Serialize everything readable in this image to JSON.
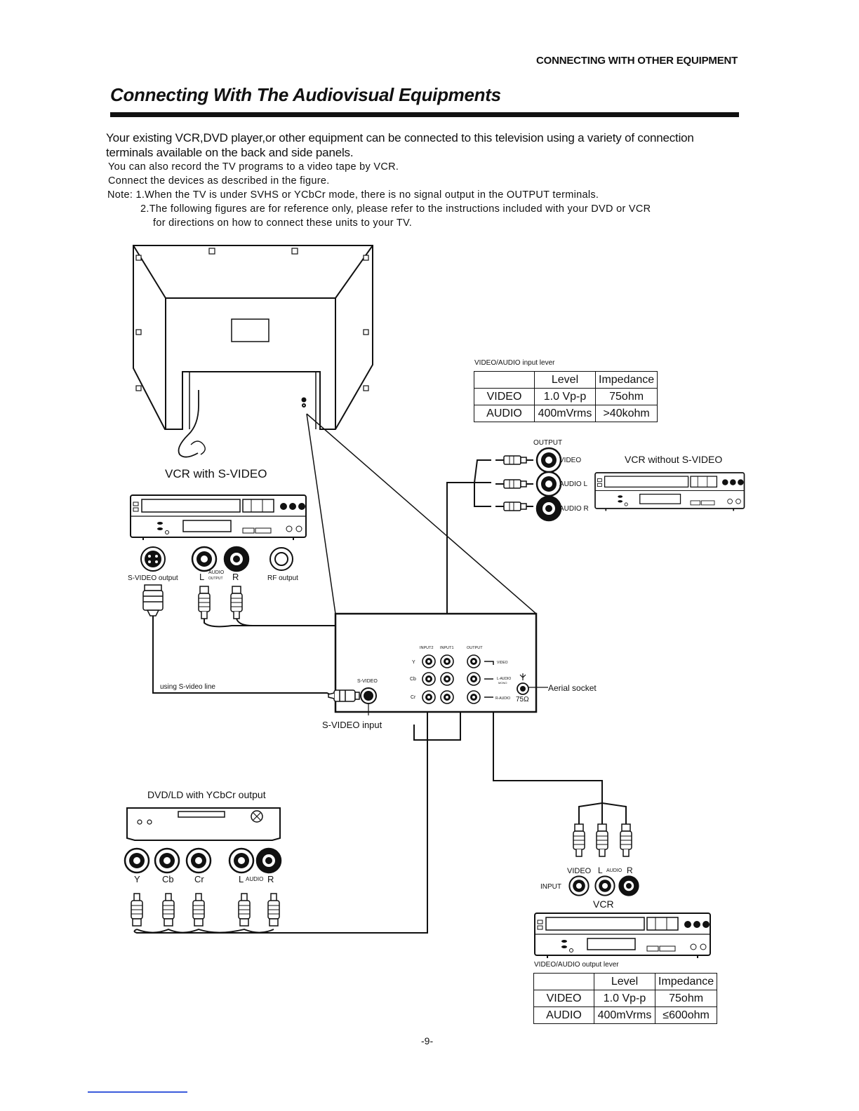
{
  "header": {
    "section": "CONNECTING WITH OTHER EQUIPMENT"
  },
  "title": "Connecting With The Audiovisual Equipments",
  "intro": {
    "line1": "Your existing VCR,DVD player,or other equipment can be connected to this television using a variety of connection",
    "line2": "terminals available on the back and side panels.",
    "line3": "You can also record the TV programs to a video tape by VCR.",
    "line4": "Connect the devices as described in the figure.",
    "note1": "Note:  1.When the TV is under SVHS or YCbCr mode, there is no signal output in the OUTPUT terminals.",
    "note2": "2.The following figures are  for reference only, please  refer to the  instructions  included with your DVD or VCR",
    "note3": "for directions  on how to connect  these units  to your TV."
  },
  "diagram": {
    "vcr_svideo_title": "VCR with S-VIDEO",
    "svideo_output": "S-VIDEO output",
    "audio_small": "AUDIO",
    "output_small": "OUTPUT",
    "letter_l": "L",
    "letter_r": "R",
    "rf_output": "RF output",
    "using_svideo_line": "using S-video line",
    "svideo_small": "S-VIDEO",
    "svideo_input": "S-VIDEO input",
    "aerial_socket": "Aerial socket",
    "ohm75": "75Ω",
    "panel": {
      "input2": "INPUT2",
      "input1": "INPUT1",
      "output": "OUTPUT",
      "y": "Y",
      "cb": "Cb",
      "cr": "Cr",
      "video": "VIDEO",
      "laudio": "L-AUDIO",
      "mono": "MONO",
      "raudio": "R-AUDIO"
    },
    "vcr_out_output": "OUTPUT",
    "vcr_out_video": "VIDEO",
    "vcr_out_audiol": "AUDIO L",
    "vcr_out_audior": "AUDIO R",
    "vcr_no_svideo_title": "VCR without S-VIDEO",
    "dvd_title": "DVD/LD with YCbCr output",
    "dvd_y": "Y",
    "dvd_cb": "Cb",
    "dvd_cr": "Cr",
    "dvd_audio": "AUDIO",
    "dvd_l": "L",
    "dvd_r": "R",
    "vcr_in_video": "VIDEO",
    "vcr_in_l": "L",
    "vcr_in_audio": "AUDIO",
    "vcr_in_r": "R",
    "vcr_in_input": "INPUT",
    "vcr_in_title": "VCR"
  },
  "input_table": {
    "caption": "VIDEO/AUDIO input lever",
    "header": [
      "",
      "Level",
      "Impedance"
    ],
    "rows": [
      [
        "VIDEO",
        "1.0 Vp-p",
        "75ohm"
      ],
      [
        "AUDIO",
        "400mVrms",
        ">40kohm"
      ]
    ]
  },
  "output_table": {
    "caption": "VIDEO/AUDIO output lever",
    "header": [
      "",
      "Level",
      "Impedance"
    ],
    "rows": [
      [
        "VIDEO",
        "1.0 Vp-p",
        "75ohm"
      ],
      [
        "AUDIO",
        "400mVrms",
        "≤600ohm"
      ]
    ]
  },
  "page_number": "-9-"
}
